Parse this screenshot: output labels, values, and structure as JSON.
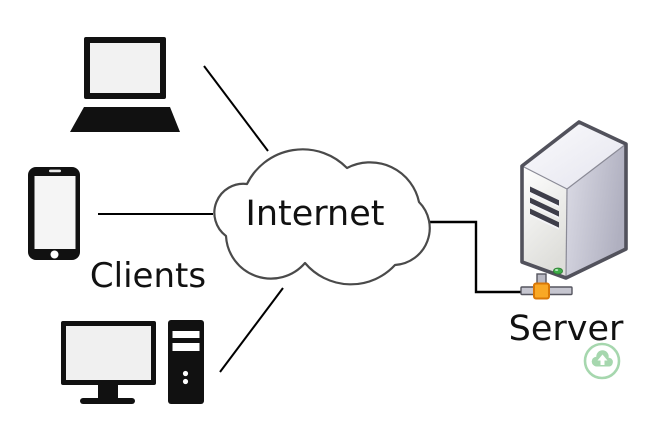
{
  "diagram": {
    "type": "network-topology",
    "cloud": {
      "label": "Internet",
      "icon": "internet-cloud-icon"
    },
    "clients_group": {
      "label": "Clients",
      "devices": [
        {
          "name": "laptop",
          "icon": "laptop-icon"
        },
        {
          "name": "smartphone",
          "icon": "smartphone-icon"
        },
        {
          "name": "desktop-computer",
          "icon": "desktop-computer-icon"
        }
      ]
    },
    "server_group": {
      "label": "Server",
      "icon": "server-tower-icon",
      "connector_icon": "network-connector-icon",
      "watermark_icon": "cloud-upload-watermark-icon"
    },
    "connections": [
      {
        "from": "laptop",
        "to": "internet-cloud"
      },
      {
        "from": "smartphone",
        "to": "internet-cloud"
      },
      {
        "from": "desktop-computer",
        "to": "internet-cloud"
      },
      {
        "from": "internet-cloud",
        "to": "server-tower"
      }
    ],
    "colors": {
      "background": "#ffffff",
      "connection_line": "#000000",
      "cloud_outline": "#4a4a4a",
      "cloud_fill": "#ffffff",
      "device_fill": "#111111",
      "device_screen": "#f2f2f2",
      "server_outline": "#52525c",
      "server_front": "#f6f6fa",
      "server_side": "#b8b8c6",
      "server_slot": "#3e3e4a",
      "led_green": "#3fae49",
      "connector_orange": "#f9a825",
      "watermark_green": "#a6d7ae",
      "label_text": "#111111"
    }
  }
}
